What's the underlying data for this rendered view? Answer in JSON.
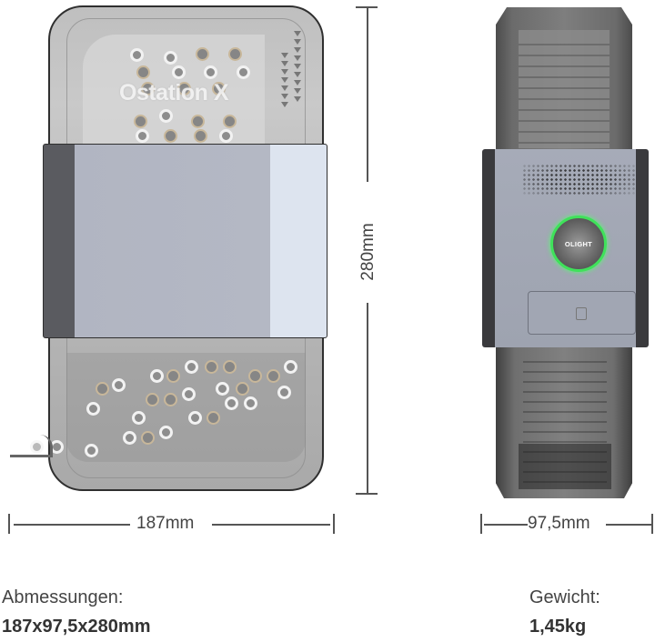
{
  "product": {
    "brand_text": "Ostation X",
    "button_logo": "OLIGHT"
  },
  "dimensions": {
    "height_label": "280mm",
    "width_label": "187mm",
    "depth_label": "97,5mm"
  },
  "specs": {
    "size_label": "Abmessungen:",
    "size_value": "187x97,5x280mm",
    "weight_label": "Gewicht:",
    "weight_value": "1,45kg"
  },
  "colors": {
    "ring_green": "#3fe25a",
    "band_gray": "#b4b8c4",
    "shell_dark": "#2f2f2f"
  }
}
